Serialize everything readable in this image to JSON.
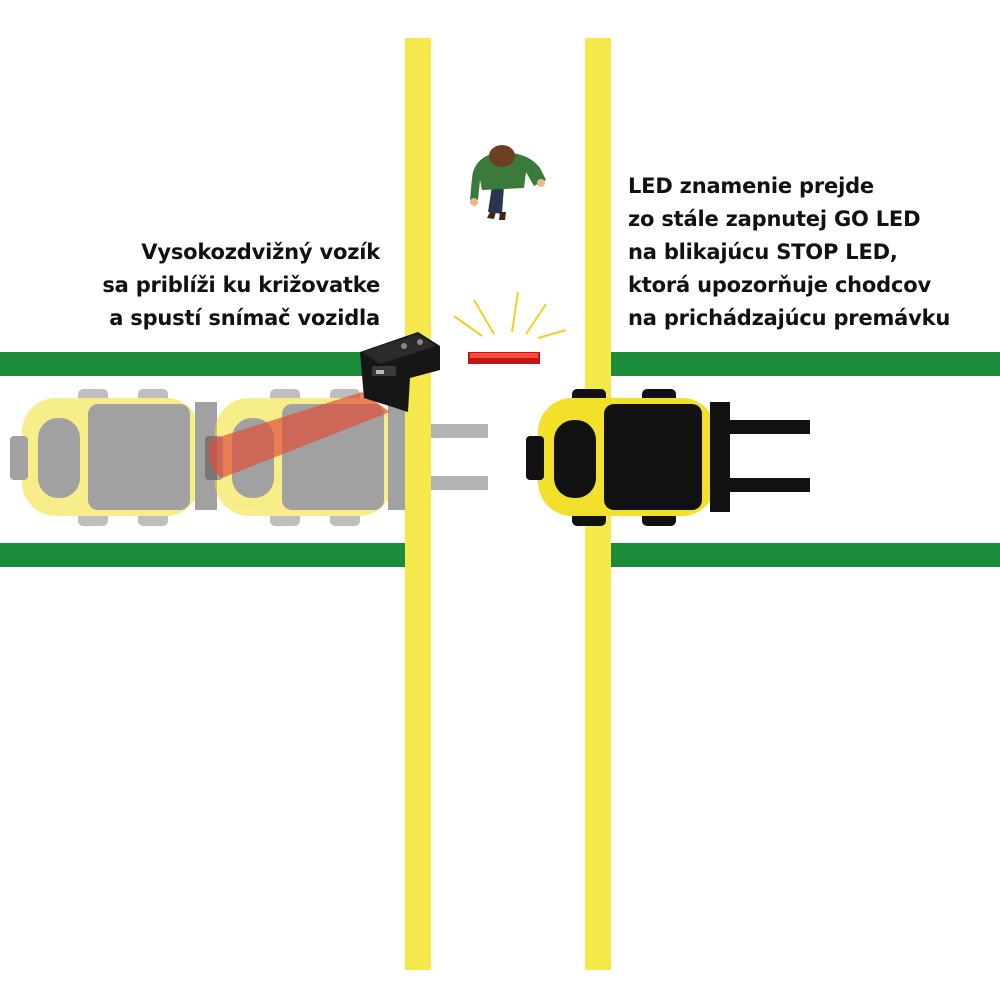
{
  "left_caption": {
    "lines": [
      "Vysokozdvižný vozík",
      "sa priblíži ku križovatke",
      "a spustí snímač vozidla"
    ]
  },
  "right_caption": {
    "lines": [
      "LED znamenie prejde",
      "zo stále zapnutej GO LED",
      "na blikajúcu STOP LED,",
      "ktorá upozorňuje chodcov",
      "na prichádzajúcu premávku"
    ]
  },
  "colors": {
    "background": "#ffffff",
    "walkway_yellow": "#f5e84a",
    "lane_green": "#1a8c3a",
    "forklift_yellow": "#f2e02a",
    "forklift_faded": "#f7f0b5",
    "forklift_black": "#111111",
    "sensor_beam": "#e0503a",
    "stop_led": "#e02020",
    "led_rays": "#f0d020",
    "pedestrian_shirt": "#3a7a3a",
    "pedestrian_pants": "#2a3550",
    "pedestrian_hair": "#6a4020"
  },
  "icons": {
    "sensor": "motion-sensor-icon",
    "stop_led": "stop-led-icon",
    "pedestrian": "pedestrian-icon",
    "forklift": "forklift-icon"
  }
}
